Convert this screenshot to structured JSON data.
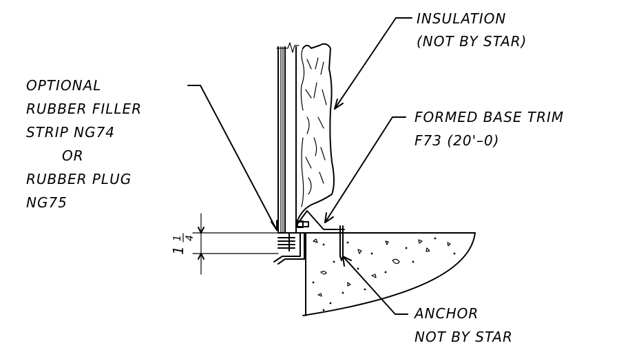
{
  "labels": {
    "insulation": [
      "INSULATION",
      "(NOT BY STAR)"
    ],
    "filler": [
      "OPTIONAL",
      "RUBBER FILLER",
      "STRIP NG74",
      "OR",
      "RUBBER PLUG",
      "NG75"
    ],
    "base_trim": [
      "FORMED BASE TRIM",
      "F73 (20'–0)"
    ],
    "anchor": [
      "ANCHOR",
      "NOT BY STAR"
    ]
  },
  "dimension": {
    "whole": "1",
    "numerator": "1",
    "denominator": "4"
  }
}
